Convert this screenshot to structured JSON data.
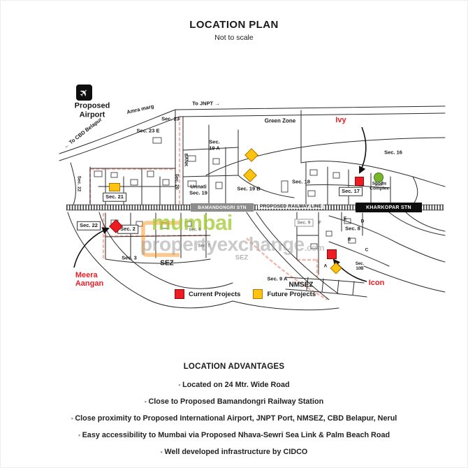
{
  "title": "LOCATION PLAN",
  "subtitle": "Not to scale",
  "map": {
    "airport_glyph": "✈",
    "airport_label": "Proposed\nAirport",
    "labels": {
      "to_cbd_belapur": "← To CBD Belapur",
      "amra_marg": "Amra marg",
      "to_jnpt": "To JNPT →",
      "green_zone": "Green Zone",
      "sec_23": "Sec. 23",
      "sec_23e": "Sec. 23 E",
      "sec_19a": "Sec.\n19 A",
      "bank": "BANK",
      "sec_20": "Sec. 20",
      "sec_22_left": "Sec. 22",
      "sec_21": "Sec. 21",
      "unnati": "Unnati\nSec. 19",
      "sec_19b": "Sec. 19 B",
      "sec_18": "Sec. 18",
      "sec_16": "Sec. 16",
      "sec_17": "Sec. 17",
      "sports_complex": "Sports\nComplex",
      "sec_22_bottom": "Sec. 22",
      "sec_2": "Sec. 2",
      "sec_3": "Sec. 3",
      "sec_6": "Sec. 6",
      "sec_7": "Sec. 7",
      "sez": "SEZ",
      "sez_gray": "SEZ",
      "sec_9": "Sec. 9",
      "f": "F",
      "e": "E",
      "d": "D",
      "sec_8": "Sec. 8",
      "b": "B",
      "c": "C",
      "a": "A",
      "sec_10b": "Sec.\n10B",
      "sec_9a": "Sec. 9 A",
      "nmsez": "NMSEZ"
    },
    "projects": {
      "ivy": "Ivy",
      "meera_aangan": "Meera\nAangan",
      "icon": "Icon"
    },
    "stations": {
      "bamandongri": "BAMANDONGRI STN",
      "railway_line": "PROPOSED RAILWAY LINE",
      "kharkopar": "KHARKOPAR STN"
    }
  },
  "watermark": {
    "line1": "mumbai",
    "line2": "propertyexchange",
    "suffix": ".com"
  },
  "legend": {
    "current": "Current Projects",
    "future": "Future Projects"
  },
  "advantages": {
    "heading": "LOCATION ADVANTAGES",
    "items": [
      "Located on 24 Mtr. Wide Road",
      "Close to Proposed Bamandongri Railway Station",
      "Close proximity to Proposed International Airport, JNPT Port, NMSEZ, CBD Belapur, Nerul",
      "Easy accessibility to Mumbai via Proposed Nhava-Sewri Sea Link & Palm Beach Road",
      "Well developed infrastructure by CIDCO"
    ]
  },
  "colors": {
    "current_project": "#ed1c24",
    "future_project": "#ffc20e",
    "sports_complex": "#76b82a",
    "road_highlight": "#f3b3a6",
    "watermark_green": "#a6ce39",
    "watermark_gray": "#a0a0a0",
    "logo_orange": "#f7941d"
  }
}
